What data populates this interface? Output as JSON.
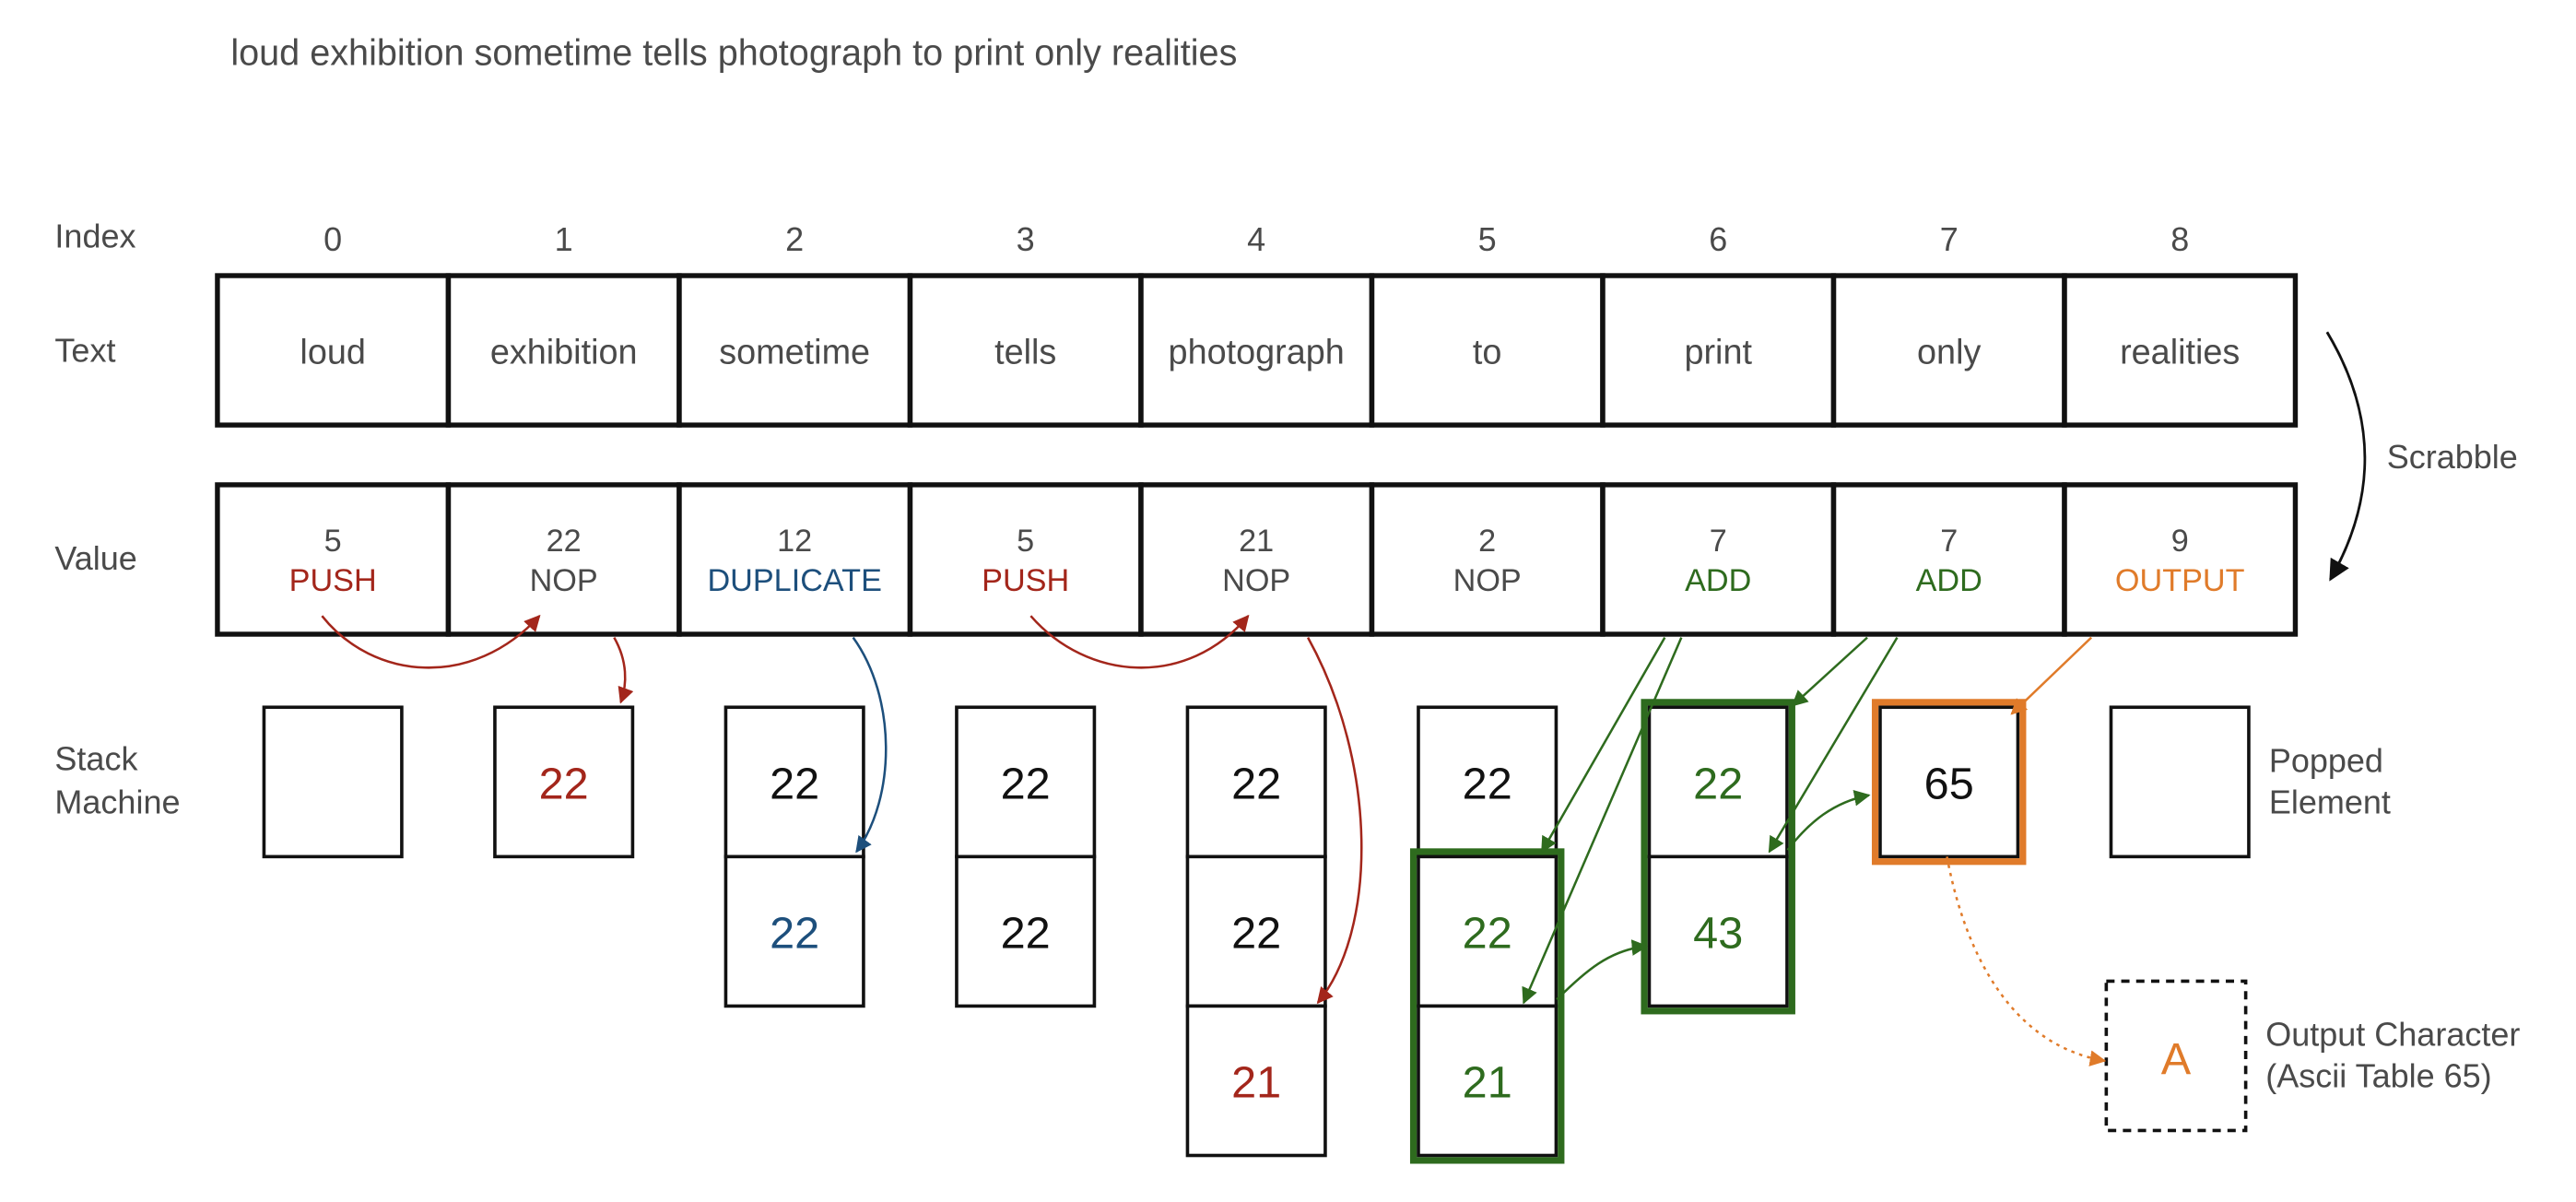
{
  "title": "loud exhibition sometime tells photograph to print only realities",
  "row_labels": {
    "index": "Index",
    "text": "Text",
    "value": "Value",
    "stack_line1": "Stack",
    "stack_line2": "Machine"
  },
  "cells": [
    {
      "index": "0",
      "text": "loud",
      "value": "5",
      "op": "PUSH"
    },
    {
      "index": "1",
      "text": "exhibition",
      "value": "22",
      "op": "NOP"
    },
    {
      "index": "2",
      "text": "sometime",
      "value": "12",
      "op": "DUPLICATE"
    },
    {
      "index": "3",
      "text": "tells",
      "value": "5",
      "op": "PUSH"
    },
    {
      "index": "4",
      "text": "photograph",
      "value": "21",
      "op": "NOP"
    },
    {
      "index": "5",
      "text": "to",
      "value": "2",
      "op": "NOP"
    },
    {
      "index": "6",
      "text": "print",
      "value": "7",
      "op": "ADD"
    },
    {
      "index": "7",
      "text": "only",
      "value": "7",
      "op": "ADD"
    },
    {
      "index": "8",
      "text": "realities",
      "value": "9",
      "op": "OUTPUT"
    }
  ],
  "stacks": [
    {
      "slots": [
        ""
      ]
    },
    {
      "slots": [
        "22"
      ]
    },
    {
      "slots": [
        "22",
        "22"
      ]
    },
    {
      "slots": [
        "22",
        "22"
      ]
    },
    {
      "slots": [
        "22",
        "22",
        "21"
      ]
    },
    {
      "slots": [
        "22",
        "22",
        "21"
      ]
    },
    {
      "slots": [
        "22",
        "43"
      ]
    },
    {
      "slots": [
        "65"
      ]
    },
    {
      "slots": [
        ""
      ]
    }
  ],
  "scrabble_label": "Scrabble",
  "popped_label_line1": "Popped",
  "popped_label_line2": "Element",
  "output_char": "A",
  "output_label_line1": "Output Character",
  "output_label_line2": "(Ascii Table 65)",
  "colors": {
    "push": "#a3261b",
    "nop": "#4a4a4a",
    "duplicate": "#1d4f7c",
    "add": "#2e6b1e",
    "output": "#e07b2a",
    "text": "#4a4a4a",
    "box": "#111111"
  }
}
